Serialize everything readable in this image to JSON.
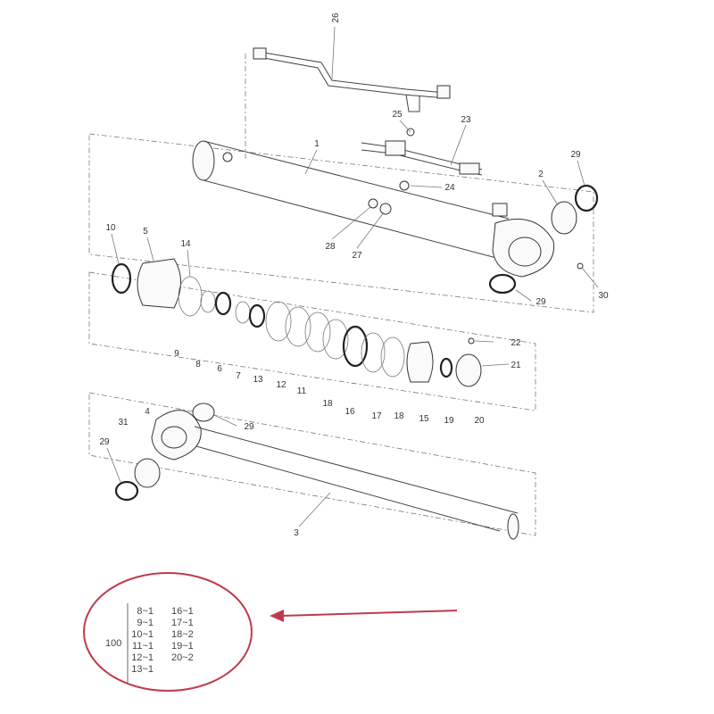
{
  "labels": [
    "26",
    "1",
    "25",
    "23",
    "24",
    "28",
    "27",
    "2",
    "29",
    "30",
    "29",
    "10",
    "5",
    "14",
    "9",
    "8",
    "6",
    "7",
    "13",
    "12",
    "11",
    "18",
    "16",
    "17",
    "18",
    "15",
    "19",
    "20",
    "22",
    "21",
    "4",
    "31",
    "29",
    "29",
    "3"
  ],
  "kit": {
    "number": "100",
    "rows": [
      [
        "8~1",
        "16~1"
      ],
      [
        "9~1",
        "17~1"
      ],
      [
        "10~1",
        "18~2"
      ],
      [
        "11~1",
        "19~1"
      ],
      [
        "12~1",
        "20~2"
      ],
      [
        "13~1",
        ""
      ]
    ]
  },
  "colors": {
    "highlight": "#c0394b",
    "arrow": "#c0394b"
  }
}
